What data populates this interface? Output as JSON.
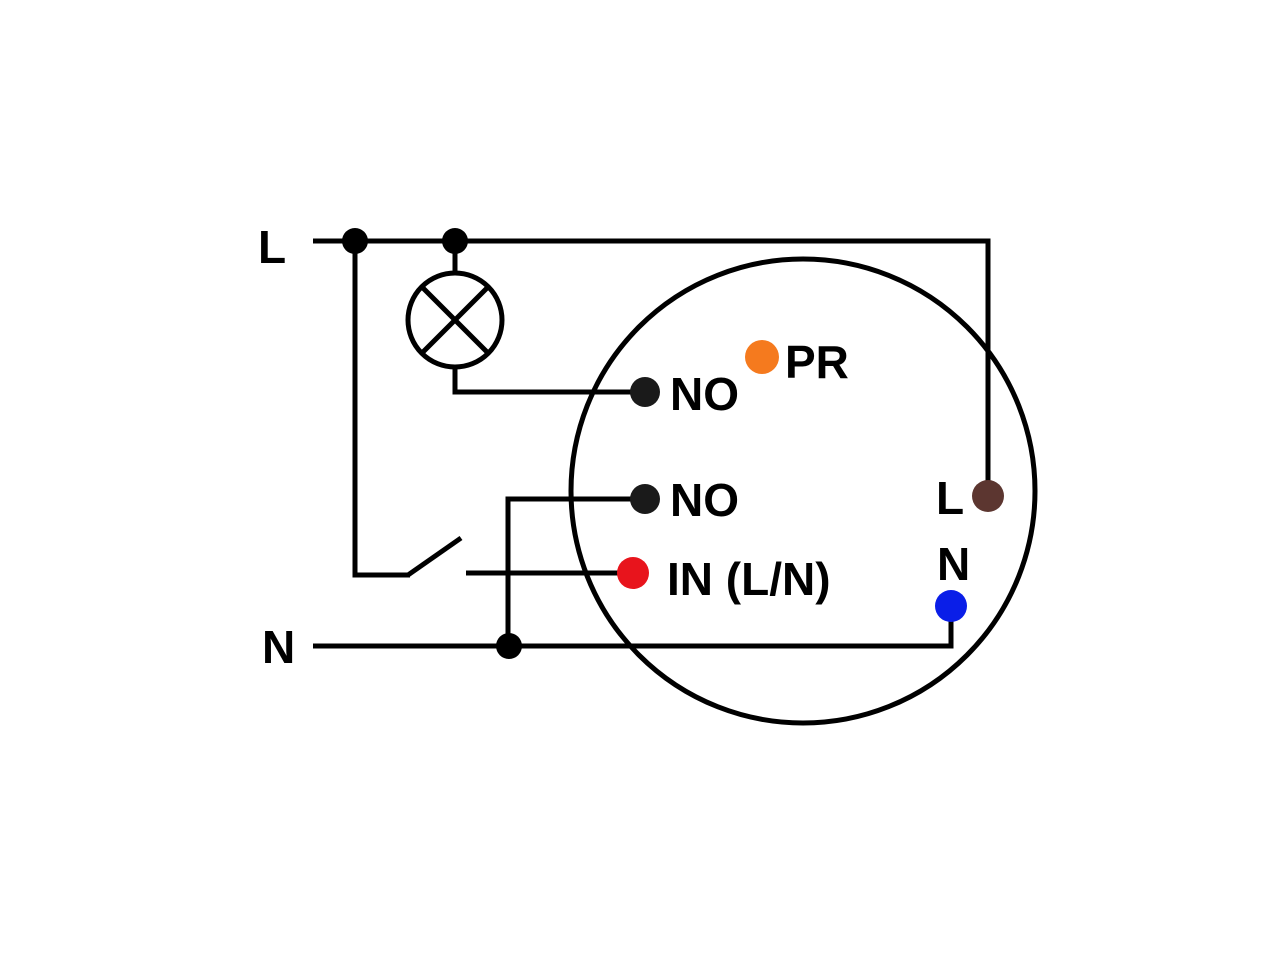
{
  "lines": {
    "live": "L",
    "neutral": "N"
  },
  "module_terminals": {
    "no_upper": "NO",
    "pr": "PR",
    "no_lower": "NO",
    "in": "IN (L/N)",
    "l": "L",
    "n": "N"
  },
  "colors": {
    "wire": "#000000",
    "junction": "#000000",
    "terminal_pr": "#f57a1e",
    "terminal_in": "#e8141c",
    "terminal_l": "#5c3630",
    "terminal_n": "#0a1ee8",
    "terminal_no": "#1a1a1a"
  },
  "icons": {
    "lamp": "lamp-icon",
    "switch": "switch-icon"
  }
}
